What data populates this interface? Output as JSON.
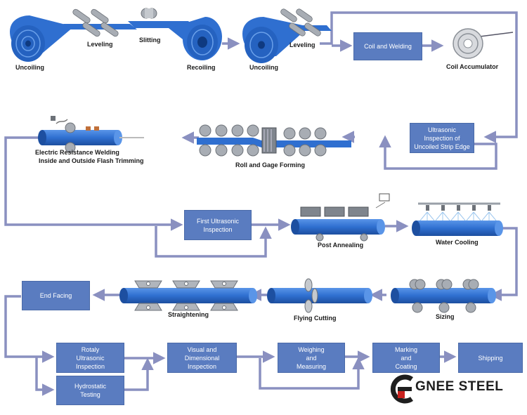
{
  "brand": {
    "name": "GNEE STEEL"
  },
  "colors": {
    "pipe": "#2f6fd0",
    "flow": "#8a90c0",
    "box": "#5a7cc0",
    "box_text": "#ffffff",
    "label": "#1a1a1a",
    "roller": "#9aa0a8"
  },
  "labels": {
    "uncoiling_1": "Uncoiling",
    "leveling_1": "Leveling",
    "slitting": "Slitting",
    "recoiling": "Recoiling",
    "uncoiling_2": "Uncoiling",
    "leveling_2": "Leveling",
    "coil_accumulator": "Coil Accumulator",
    "erw_1": "Electric Resistance Welding",
    "erw_2": "Inside and Outside Flash Trimming",
    "roll_forming": "Roll and Gage Forming",
    "post_annealing": "Post Annealing",
    "water_cooling": "Water Cooling",
    "straightening": "Straightening",
    "flying_cutting": "Flying Cutting",
    "sizing": "Sizing"
  },
  "boxes": {
    "coil_welding": "Coil and Welding",
    "ultrasonic_strip": "Ultrasonic\nInspection of\nUncoiled Strip Edge",
    "first_ultrasonic": "First Ultrasonic\nInspection",
    "end_facing": "End Facing",
    "rotaly_ultrasonic": "Rotaly\nUltrasonic\nInspection",
    "hydrostatic": "Hydrostatic\nTesting",
    "visual": "Visual and\nDimensional\nInspection",
    "weighing": "Weighing\nand\nMeasuring",
    "marking": "Marking\nand\nCoating",
    "shipping": "Shipping"
  }
}
